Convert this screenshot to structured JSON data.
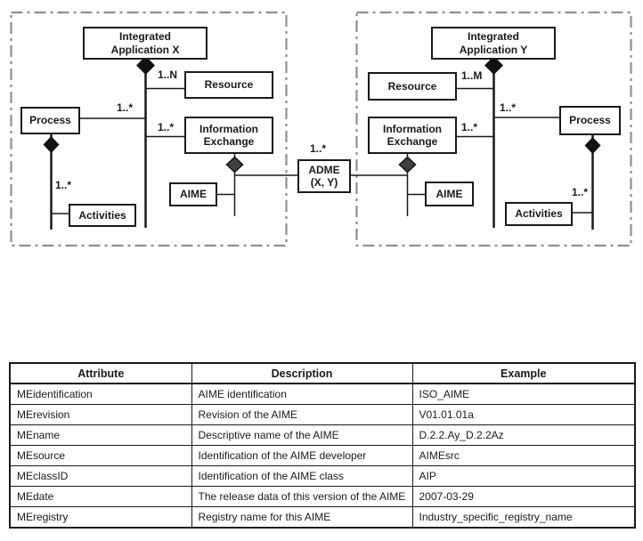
{
  "figure": {
    "group_x": {
      "app_line1": "Integrated",
      "app_line2": "Application X",
      "resource": "Resource",
      "process": "Process",
      "info_line1": "Information",
      "info_line2": "Exchange",
      "aime": "AIME",
      "activities": "Activities",
      "mult_resource": "1..N",
      "mult_process": "1..*",
      "mult_info": "1..*",
      "mult_activities": "1..*"
    },
    "group_y": {
      "app_line1": "Integrated",
      "app_line2": "Application Y",
      "resource": "Resource",
      "process": "Process",
      "info_line1": "Information",
      "info_line2": "Exchange",
      "aime": "AIME",
      "activities": "Activities",
      "mult_resource": "1..M",
      "mult_process": "1..*",
      "mult_info": "1..*",
      "mult_activities": "1..*"
    },
    "center": {
      "adme_line1": "ADME",
      "adme_line2": "(X, Y)",
      "mult_adme": "1..*"
    }
  },
  "table": {
    "headers": [
      "Attribute",
      "Description",
      "Example"
    ],
    "rows": [
      {
        "attribute": "MEidentification",
        "description": "AIME identification",
        "example": "ISO_AIME"
      },
      {
        "attribute": "MErevision",
        "description": "Revision of the AIME",
        "example": "V01.01.01a"
      },
      {
        "attribute": "MEname",
        "description": "Descriptive name of the AIME",
        "example": "D.2.2.Ay_D.2.2Az"
      },
      {
        "attribute": "MEsource",
        "description": "Identification of the AIME developer",
        "example": "AIMEsrc"
      },
      {
        "attribute": "MEclassID",
        "description": "Identification of the AIME class",
        "example": "AIP"
      },
      {
        "attribute": "MEdate",
        "description": "The release data of this version of the AIME",
        "example": "2007-03-29"
      },
      {
        "attribute": "MEregistry",
        "description": "Registry name for this AIME",
        "example": "Industry_specific_registry_name"
      }
    ]
  },
  "colors": {
    "line": "#1a1a1a",
    "boundary_dash": "#8f8f8f",
    "diamond_fill": "#111111",
    "small_diamond_fill": "#3f3f3f",
    "background": "#ffffff"
  }
}
